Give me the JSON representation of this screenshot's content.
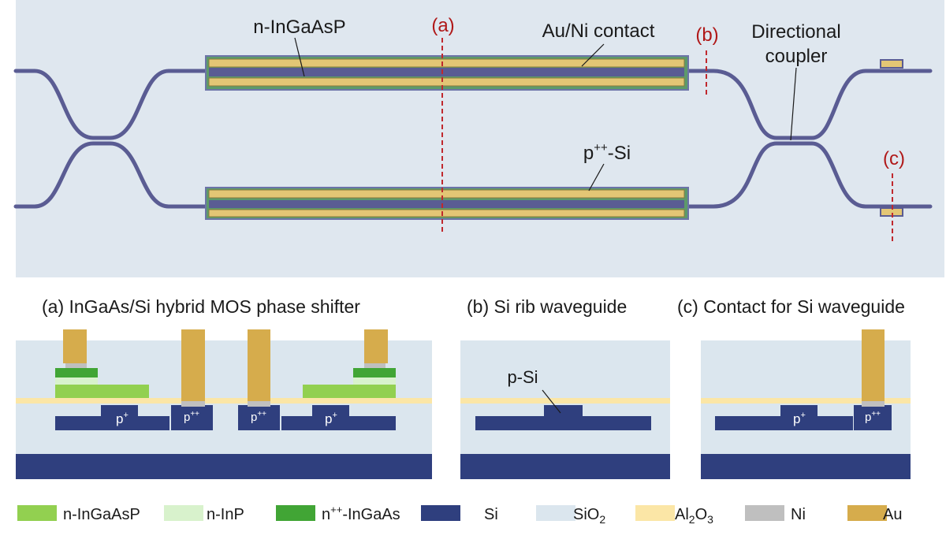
{
  "top_view": {
    "labels": {
      "n_ingaasp": "n-InGaAsP",
      "au_ni_contact": "Au/Ni contact",
      "directional_coupler_line1": "Directional",
      "directional_coupler_line2": "coupler",
      "p_si_base": "p",
      "p_si_sup": "++",
      "p_si_suffix": "-Si"
    },
    "cut_markers": {
      "a": "(a)",
      "b": "(b)",
      "c": "(c)"
    }
  },
  "cross_sections": {
    "a": {
      "title": "(a) InGaAs/Si hybrid MOS phase shifter",
      "p_plus": "p",
      "p_plus_sup": "+",
      "p_pp_sup": "++"
    },
    "b": {
      "title": "(b) Si rib waveguide",
      "p_si": "p-Si"
    },
    "c": {
      "title": "(c) Contact for Si waveguide",
      "p_plus": "p",
      "p_plus_sup": "+",
      "p_pp_sup": "++"
    }
  },
  "legend": [
    {
      "label": "n-InGaAsP",
      "color": "#92d050"
    },
    {
      "label": "n-InP",
      "color": "#d8f2cc"
    },
    {
      "label": "n++-InGaAs",
      "color": "#41a535"
    },
    {
      "label": "Si",
      "color": "#2f3f7e"
    },
    {
      "label": "SiO2",
      "color": "#dbe6ee"
    },
    {
      "label": "Al2O3",
      "color": "#fbe6a6"
    },
    {
      "label": "Ni",
      "color": "#bfbfbf"
    },
    {
      "label": "Au",
      "color": "#d6ac4c"
    }
  ],
  "colors": {
    "background_panel": "#dfe7ef",
    "waveguide": "#5a5c93",
    "marker": "#c0282d"
  }
}
